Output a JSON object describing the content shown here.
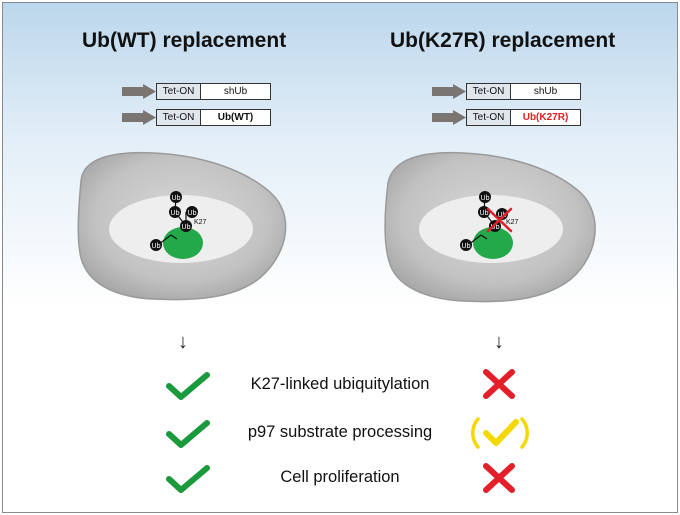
{
  "titles": {
    "left": "Ub(WT) replacement",
    "right": "Ub(K27R) replacement"
  },
  "constructs": {
    "promoter": "Tet-ON",
    "left": [
      "shUb",
      "Ub(WT)"
    ],
    "right": [
      "shUb",
      "Ub(K27R)"
    ]
  },
  "cell": {
    "ub_label": "Ub",
    "site_label": "K27"
  },
  "outcomes": [
    {
      "label": "K27-linked ubiquitylation",
      "wt": "check",
      "k27r": "cross"
    },
    {
      "label": "p97 substrate processing",
      "wt": "check",
      "k27r": "partial-check"
    },
    {
      "label": "Cell proliferation",
      "wt": "check",
      "k27r": "cross"
    }
  ],
  "colors": {
    "check": "#1a9a3c",
    "cross": "#e3202a",
    "partial": "#f5d800",
    "arrow": "#7b7571",
    "mutant_text": "#e02020",
    "nucleolus": "#23a84a"
  },
  "icons": [
    "check-icon",
    "cross-icon",
    "partial-check-icon",
    "down-arrow-icon",
    "promoter-arrow-icon"
  ]
}
